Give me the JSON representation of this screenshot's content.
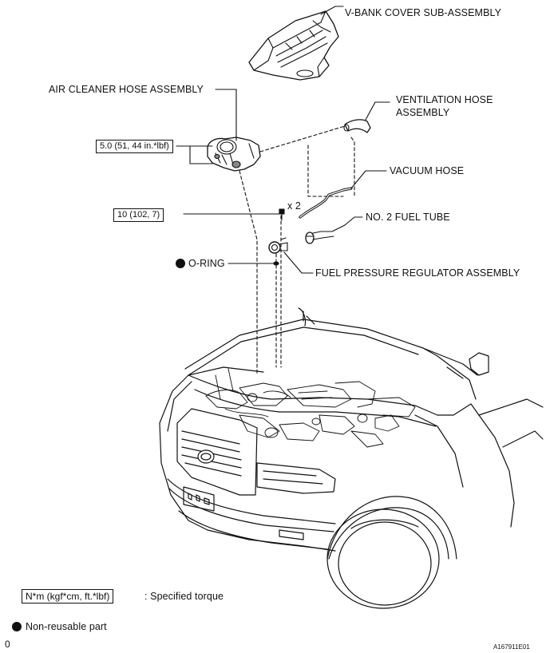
{
  "labels": {
    "vbank_cover": "V-BANK COVER SUB-ASSEMBLY",
    "air_cleaner_hose": "AIR CLEANER HOSE ASSEMBLY",
    "ventilation_hose_1": "VENTILATION HOSE",
    "ventilation_hose_2": "ASSEMBLY",
    "vacuum_hose": "VACUUM HOSE",
    "fuel_tube": "NO. 2 FUEL TUBE",
    "o_ring": "O-RING",
    "regulator": "FUEL PRESSURE REGULATOR ASSEMBLY",
    "qty": "x 2"
  },
  "torques": {
    "air_cleaner": "5.0 (51, 44 in.*lbf)",
    "regulator_bolt": "10 (102, 7)"
  },
  "legend": {
    "torque_box": "N*m (kgf*cm, ft.*lbf)",
    "torque_text": ": Specified torque",
    "nonreusable": "Non-reusable part"
  },
  "corner": {
    "left": "0",
    "figure_id": "A167911E01"
  }
}
